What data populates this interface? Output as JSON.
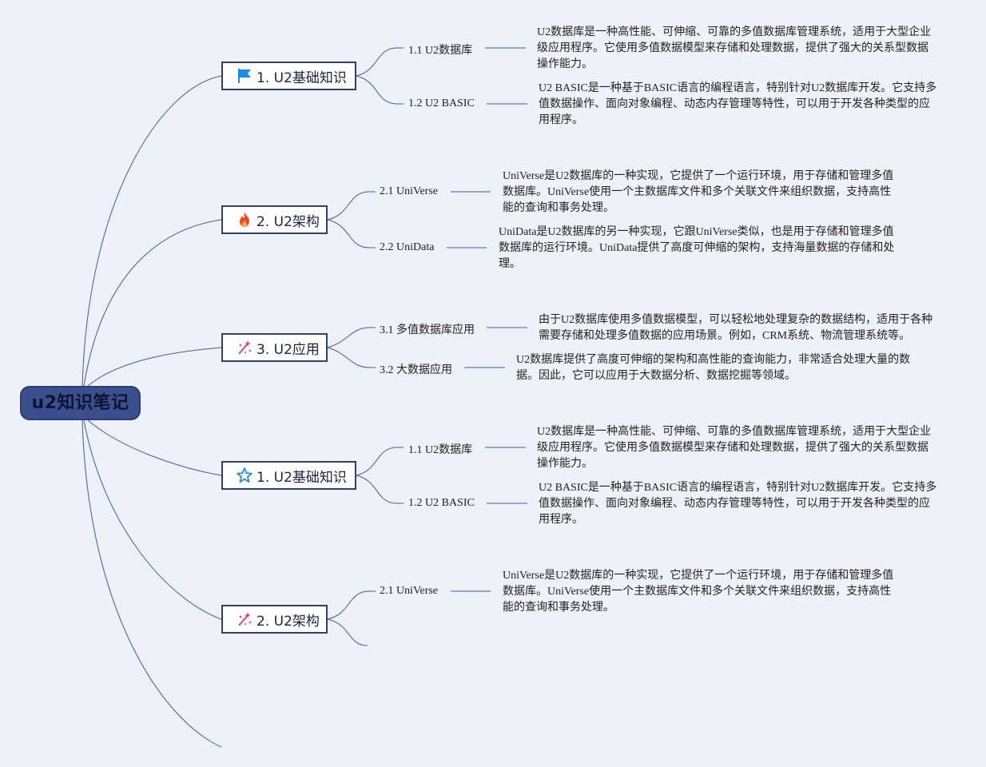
{
  "root": {
    "label": "u2知识笔记"
  },
  "branches": [
    {
      "title": "1. U2基础知识",
      "icon": "flag-icon",
      "subtopics": [
        {
          "label": "1.1 U2数据库",
          "note": "U2数据库是一种高性能、可伸缩、可靠的多值数据库管理系统，适用于大型企业级应用程序。它使用多值数据模型来存储和处理数据，提供了强大的关系型数据操作能力。"
        },
        {
          "label": "1.2 U2 BASIC",
          "note": "U2 BASIC是一种基于BASIC语言的编程语言，特别针对U2数据库开发。它支持多值数据操作、面向对象编程、动态内存管理等特性，可以用于开发各种类型的应用程序。"
        }
      ]
    },
    {
      "title": "2. U2架构",
      "icon": "fire-icon",
      "subtopics": [
        {
          "label": "2.1 UniVerse",
          "note": "UniVerse是U2数据库的一种实现，它提供了一个运行环境，用于存储和管理多值数据库。UniVerse使用一个主数据库文件和多个关联文件来组织数据，支持高性能的查询和事务处理。"
        },
        {
          "label": "2.2 UniData",
          "note": "UniData是U2数据库的另一种实现，它跟UniVerse类似，也是用于存储和管理多值数据库的运行环境。UniData提供了高度可伸缩的架构，支持海量数据的存储和处理。"
        }
      ]
    },
    {
      "title": "3. U2应用",
      "icon": "sparkle-icon",
      "subtopics": [
        {
          "label": "3.1 多值数据库应用",
          "note": "由于U2数据库使用多值数据模型，可以轻松地处理复杂的数据结构，适用于各种需要存储和处理多值数据的应用场景。例如，CRM系统、物流管理系统等。"
        },
        {
          "label": "3.2 大数据应用",
          "note": "U2数据库提供了高度可伸缩的架构和高性能的查询能力，非常适合处理大量的数据。因此，它可以应用于大数据分析、数据挖掘等领域。"
        }
      ]
    },
    {
      "title": "1. U2基础知识",
      "icon": "star-icon",
      "subtopics": [
        {
          "label": "1.1 U2数据库",
          "note": "U2数据库是一种高性能、可伸缩、可靠的多值数据库管理系统，适用于大型企业级应用程序。它使用多值数据模型来存储和处理数据，提供了强大的关系型数据操作能力。"
        },
        {
          "label": "1.2 U2 BASIC",
          "note": "U2 BASIC是一种基于BASIC语言的编程语言，特别针对U2数据库开发。它支持多值数据操作、面向对象编程、动态内存管理等特性，可以用于开发各种类型的应用程序。"
        }
      ]
    },
    {
      "title": "2. U2架构",
      "icon": "sparkle-icon",
      "subtopics": [
        {
          "label": "2.1 UniVerse",
          "note": "UniVerse是U2数据库的一种实现，它提供了一个运行环境，用于存储和管理多值数据库。UniVerse使用一个主数据库文件和多个关联文件来组织数据，支持高性能的查询和事务处理。"
        }
      ]
    }
  ],
  "colors": {
    "background": "#eef1f7",
    "line": "#3f5aa6",
    "root_fill": "#3b4f8f",
    "topic_border": "#2f3e76",
    "flag": "#1e88e5",
    "fire": "#f0462d",
    "sparkle": "#e0457b",
    "star": "#2a8ad8"
  }
}
